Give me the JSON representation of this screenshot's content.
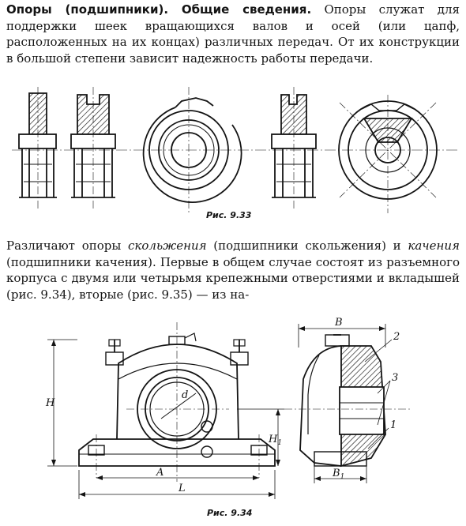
{
  "paragraph_1": {
    "heading": "Опоры (подшипники). Общие сведения.",
    "text": " Опоры служат для поддержки шеек вращающихся валов и осей (или цапф, расположенных на их концах) различных передач. От их конструкции в большой степени зависит надежность работы передачи."
  },
  "figure_1": {
    "caption": "Рис. 9.33"
  },
  "paragraph_2": {
    "t1": "Различают опоры ",
    "i1": "скольжения",
    "t2": " (подшипники скольжения) и ",
    "i2": "качения",
    "t3": " (подшипники качения). Первые в общем случае состоят из разъемного корпуса с двумя или четырьмя крепежными отверстиями и вкладышей (рис. 9.34), вторые (рис. 9.35) — из на-"
  },
  "figure_2": {
    "caption": "Рис. 9.34",
    "labels": {
      "H": "H",
      "H1": "H",
      "H1_sub": "1",
      "d": "d",
      "A": "A",
      "L": "L",
      "B": "B",
      "B1": "B",
      "B1_sub": "1",
      "n2": "2",
      "n3": "3",
      "n1": "1"
    }
  }
}
